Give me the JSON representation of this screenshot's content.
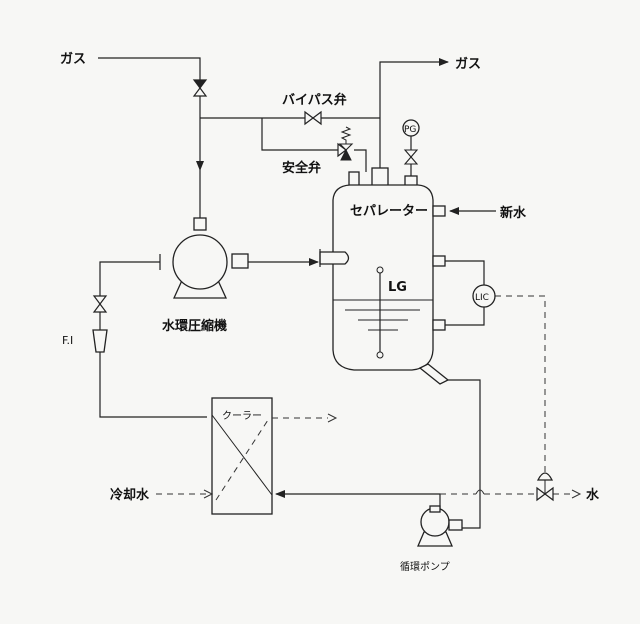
{
  "labels": {
    "gas_in": "ガス",
    "gas_out": "ガス",
    "bypass_valve": "バイパス弁",
    "safety_valve": "安全弁",
    "pressure_gauge": "PG",
    "separator": "セパレーター",
    "fresh_water": "新水",
    "level_gauge": "LG",
    "level_controller": "LIC",
    "compressor": "水環圧縮機",
    "flow_indicator": "F.I",
    "cooler": "クーラー",
    "cooling_water": "冷却水",
    "water_out": "水",
    "pump": "循環ポンプ"
  }
}
